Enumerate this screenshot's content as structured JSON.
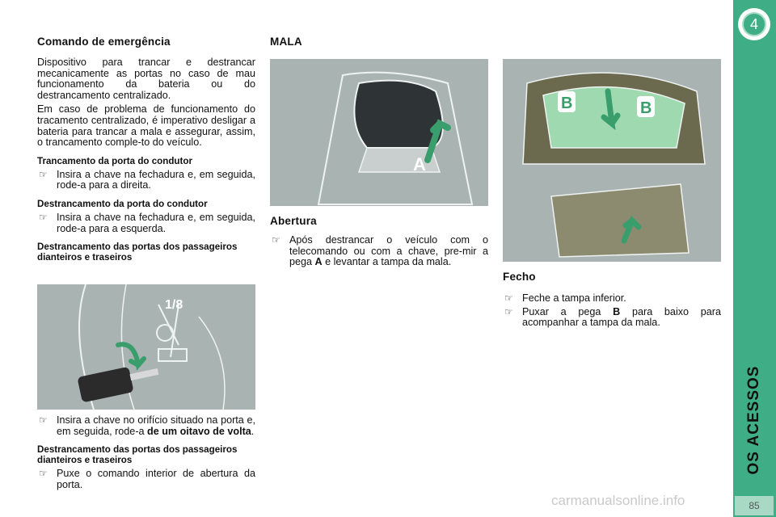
{
  "left": {
    "title": "Comando de emergência",
    "intro1": "Dispositivo para trancar e destrancar mecanicamente as portas no caso de mau funcionamento da bateria ou do destrancamento centralizado.",
    "intro2": "Em caso de problema de funcionamento do tracamento centralizado, é imperativo desligar a bateria para trancar a mala e assegurar, assim, o trancamento comple-to do veículo.",
    "sub1": "Trancamento da porta do condutor",
    "b1": "Insira a chave na fechadura e, em seguida, rode-a para a direita.",
    "sub2": "Destrancamento da porta do condutor",
    "b2": "Insira a chave na fechadura e, em seguida, rode-a para a esquerda.",
    "sub3": "Destrancamento das portas dos passageiros dianteiros e traseiros",
    "img_label": "1/8",
    "b3_a": "Insira a chave no orifício situado na porta e, em seguida, rode-a ",
    "b3_bold": "de um oitavo de volta",
    "b3_end": ".",
    "sub4": "Destrancamento das portas dos passageiros dianteiros e traseiros",
    "b4": "Puxe o comando interior de abertura da porta."
  },
  "middle": {
    "title": "MALA",
    "img_label": "A",
    "sub": "Abertura",
    "b1_a": "Após destrancar o veículo com o telecomando ou com a chave, pre-mir a pega ",
    "b1_bold": "A",
    "b1_end": " e levantar a tampa da mala."
  },
  "right": {
    "img_label_1": "B",
    "img_label_2": "B",
    "sub": "Fecho",
    "b1": "Feche a tampa inferior.",
    "b2_a": "Puxar a pega ",
    "b2_bold": "B",
    "b2_end": " para baixo para acompanhar a tampa da mala."
  },
  "sidebar": {
    "chapter": "4",
    "title": "OS ACESSOS",
    "page": "85"
  },
  "watermark": "carmanualsonline.info",
  "bullet_icon": "pointing-hand-icon",
  "colors": {
    "accent": "#3fad85",
    "image_bg": "#a9b4b2",
    "arrow": "#3a9e6c"
  }
}
